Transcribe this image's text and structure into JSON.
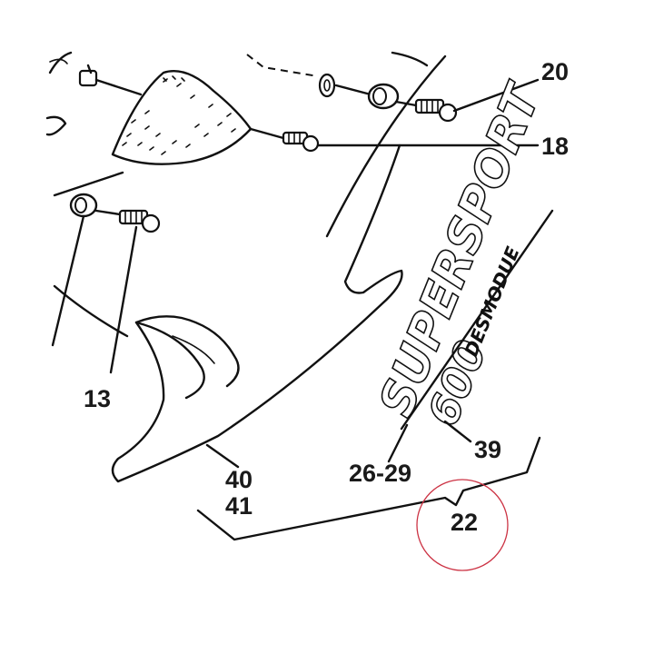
{
  "callouts": {
    "c20": "20",
    "c18": "18",
    "c13": "13",
    "c40": "40",
    "c41": "41",
    "c26_29": "26-29",
    "c39": "39",
    "c22": "22"
  },
  "decal": {
    "supersport": "SUPERSPORT",
    "model": "600",
    "maker": "DESMODUE"
  },
  "colors": {
    "ink": "#111111",
    "highlight_circle": "#cc3344"
  }
}
